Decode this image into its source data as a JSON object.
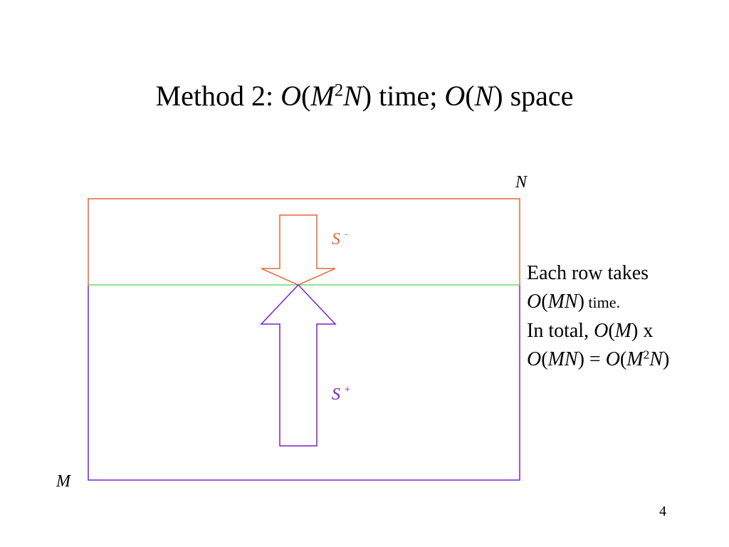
{
  "slide": {
    "title": {
      "prefix": "Method 2: ",
      "o1": "O",
      "p1": "(",
      "m": "M",
      "sq": "2",
      "n1": "N",
      "c1": ")",
      "mid": " time; ",
      "o2": "O",
      "p2": "(",
      "n2": "N",
      "c2": ")",
      "suffix": " space"
    },
    "page_number": "4"
  },
  "diagram": {
    "label_n": "N",
    "label_m": "M",
    "s_minus": {
      "s": "S",
      "sign": "-"
    },
    "s_plus": {
      "s": "S",
      "sign": "+"
    },
    "colors": {
      "top_region": "#E8653A",
      "divider": "#66DD66",
      "bottom_region": "#7A22C8"
    }
  },
  "note": {
    "line1": "Each row takes",
    "line2": {
      "o": "O",
      "p": "(",
      "mn": "MN",
      "c": ")",
      "tail": " time."
    },
    "line3": {
      "pre": "In total, ",
      "o": "O",
      "p": "(",
      "m": "M",
      "c": ")",
      "tail": " x"
    },
    "line4": {
      "o1": "O",
      "p1": "(",
      "mn": "MN",
      "c1": ")",
      "eq": " = ",
      "o2": "O",
      "p2": "(",
      "m": "M",
      "sq": "2",
      "n": "N",
      "c2": ")"
    }
  }
}
